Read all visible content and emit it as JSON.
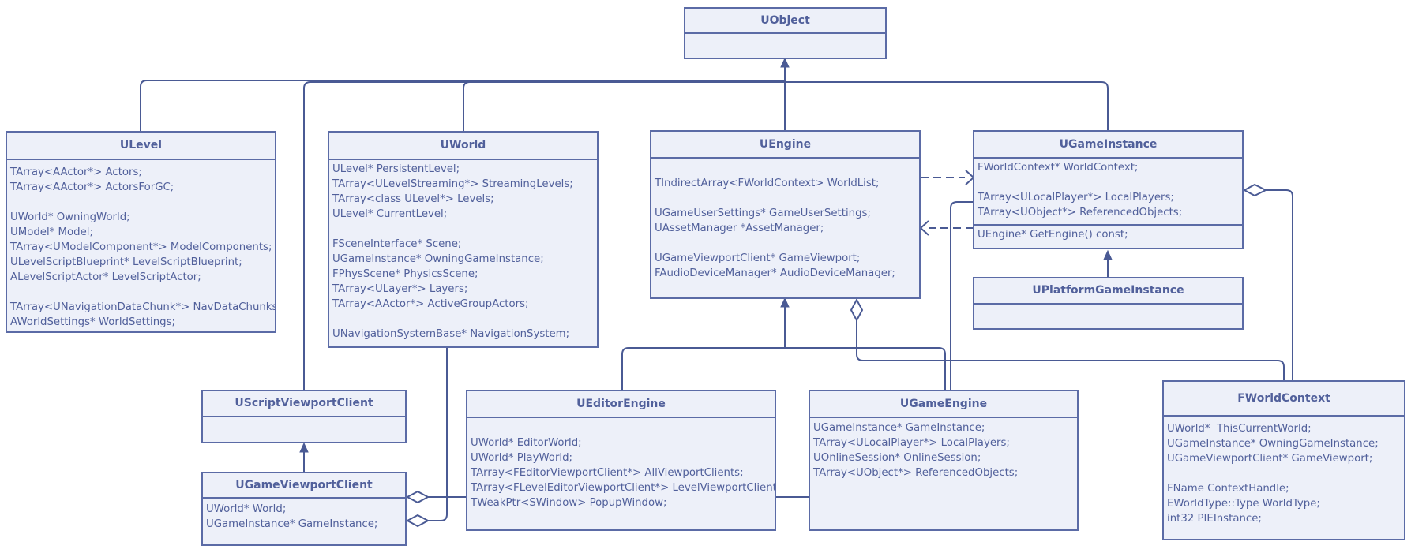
{
  "diagram": {
    "classes": [
      {
        "id": "uobject",
        "name": "UObject",
        "attributes": [],
        "methods": []
      },
      {
        "id": "ulevel",
        "name": "ULevel",
        "attributes": [
          "TArray<AActor*> Actors;",
          "TArray<AActor*> ActorsForGC;",
          "",
          "UWorld* OwningWorld;",
          "UModel* Model;",
          "TArray<UModelComponent*> ModelComponents;",
          "ULevelScriptBlueprint* LevelScriptBlueprint;",
          "ALevelScriptActor* LevelScriptActor;",
          "",
          "TArray<UNavigationDataChunk*> NavDataChunks;",
          "AWorldSettings* WorldSettings;"
        ],
        "methods": []
      },
      {
        "id": "uworld",
        "name": "UWorld",
        "attributes": [
          "ULevel* PersistentLevel;",
          "TArray<ULevelStreaming*> StreamingLevels;",
          "TArray<class ULevel*> Levels;",
          "ULevel* CurrentLevel;",
          "",
          "FSceneInterface* Scene;",
          "UGameInstance* OwningGameInstance;",
          "FPhysScene* PhysicsScene;",
          "TArray<ULayer*> Layers;",
          "TArray<AActor*> ActiveGroupActors;",
          "",
          "UNavigationSystemBase* NavigationSystem;"
        ],
        "methods": []
      },
      {
        "id": "uengine",
        "name": "UEngine",
        "attributes": [
          "",
          "TIndirectArray<FWorldContext> WorldList;",
          "",
          "UGameUserSettings* GameUserSettings;",
          "UAssetManager *AssetManager;",
          "",
          "UGameViewportClient* GameViewport;",
          "FAudioDeviceManager* AudioDeviceManager;"
        ],
        "methods": []
      },
      {
        "id": "ugameinstance",
        "name": "UGameInstance",
        "attributes": [
          "FWorldContext* WorldContext;",
          "",
          "TArray<ULocalPlayer*> LocalPlayers;",
          "TArray<UObject*> ReferencedObjects;"
        ],
        "methods": [
          "UEngine* GetEngine() const;"
        ]
      },
      {
        "id": "uplatformgameinstance",
        "name": "UPlatformGameInstance",
        "attributes": [],
        "methods": []
      },
      {
        "id": "uscriptviewportclient",
        "name": "UScriptViewportClient",
        "attributes": [],
        "methods": []
      },
      {
        "id": "ugameviewportclient",
        "name": "UGameViewportClient",
        "attributes": [
          "UWorld* World;",
          "UGameInstance* GameInstance;"
        ],
        "methods": []
      },
      {
        "id": "ueditorengine",
        "name": "UEditorEngine",
        "attributes": [
          "",
          "UWorld* EditorWorld;",
          "UWorld* PlayWorld;",
          "TArray<FEditorViewportClient*> AllViewportClients;",
          "TArray<FLevelEditorViewportClient*> LevelViewportClients;",
          "TWeakPtr<SWindow> PopupWindow;"
        ],
        "methods": []
      },
      {
        "id": "ugameengine",
        "name": "UGameEngine",
        "attributes": [
          "UGameInstance* GameInstance;",
          "TArray<ULocalPlayer*> LocalPlayers;",
          "UOnlineSession* OnlineSession;",
          "TArray<UObject*> ReferencedObjects;"
        ],
        "methods": []
      },
      {
        "id": "fworldcontext",
        "name": "FWorldContext",
        "attributes": [
          "UWorld*  ThisCurrentWorld;",
          "UGameInstance* OwningGameInstance;",
          "UGameViewportClient* GameViewport;",
          "",
          "FName ContextHandle;",
          "EWorldType::Type WorldType;",
          "int32 PIEInstance;"
        ],
        "methods": []
      }
    ],
    "relations": [
      {
        "type": "inheritance",
        "from": "ulevel",
        "to": "uobject"
      },
      {
        "type": "inheritance",
        "from": "uworld",
        "to": "uobject"
      },
      {
        "type": "inheritance",
        "from": "uengine",
        "to": "uobject"
      },
      {
        "type": "inheritance",
        "from": "ugameinstance",
        "to": "uobject"
      },
      {
        "type": "inheritance",
        "from": "uscriptviewportclient",
        "to": "uobject"
      },
      {
        "type": "inheritance",
        "from": "uplatformgameinstance",
        "to": "ugameinstance"
      },
      {
        "type": "inheritance",
        "from": "ugameviewportclient",
        "to": "uscriptviewportclient"
      },
      {
        "type": "inheritance",
        "from": "ueditorengine",
        "to": "uengine"
      },
      {
        "type": "inheritance",
        "from": "ugameengine",
        "to": "uengine"
      },
      {
        "type": "dependency",
        "from": "uengine",
        "to": "ugameinstance"
      },
      {
        "type": "dependency",
        "from": "ugameinstance",
        "to": "uengine"
      },
      {
        "type": "aggregation",
        "whole": "uengine",
        "part": "fworldcontext"
      },
      {
        "type": "aggregation",
        "whole": "ugameinstance",
        "part": "fworldcontext"
      },
      {
        "type": "aggregation",
        "whole": "ugameviewportclient",
        "part": "ugameinstance"
      },
      {
        "type": "aggregation",
        "whole": "ugameviewportclient",
        "part": "uworld"
      }
    ]
  },
  "colors": {
    "box_fill": "#edf0f9",
    "box_border": "#5b6ba6",
    "text": "#51609b",
    "connector": "#4a5a94"
  }
}
